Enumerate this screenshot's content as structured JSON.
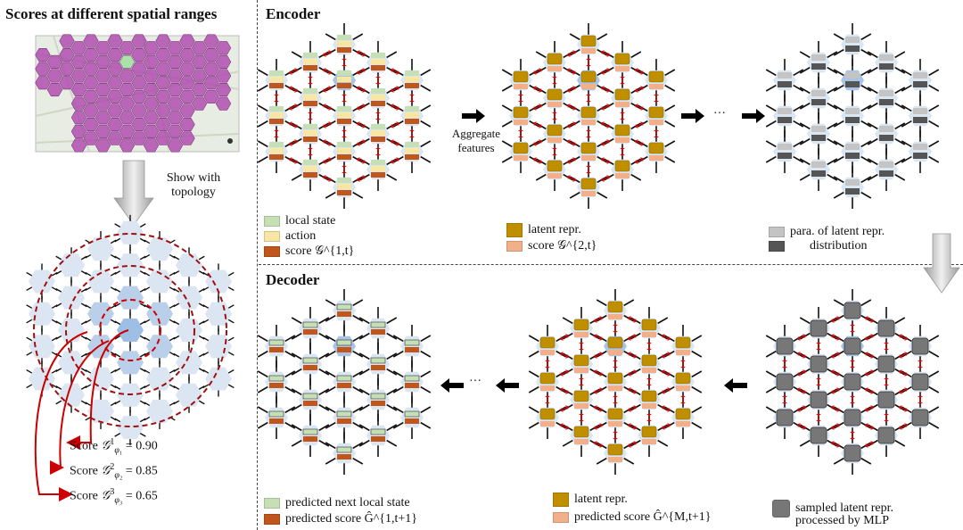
{
  "left": {
    "title": "Scores at different spatial ranges",
    "arrow_label_line1": "Show with",
    "arrow_label_line2": "topology",
    "scores": [
      {
        "prefix": "Score ",
        "sub": "1",
        "value": "= 0.90"
      },
      {
        "prefix": "Score ",
        "sub": "2",
        "value": "= 0.85"
      },
      {
        "prefix": "Score ",
        "sub": "3",
        "value": "= 0.65"
      }
    ]
  },
  "encoder": {
    "title": "Encoder",
    "middle_label_line1": "Aggregate",
    "middle_label_line2": "features",
    "ellipsis": "···",
    "legend1": [
      "local state",
      "action",
      "score 𝒢^{1,t}"
    ],
    "legend2": [
      "latent repr.",
      "score 𝒢^{2,t}"
    ],
    "legend3_line1": "para. of latent repr.",
    "legend3_line2": "distribution"
  },
  "decoder": {
    "title": "Decoder",
    "ellipsis": "···",
    "legend1": [
      "predicted next local state",
      "predicted score Ĝ^{1,t+1}"
    ],
    "legend2": [
      "latent repr.",
      "predicted score Ĝ^{M,t+1}"
    ],
    "legend3_line1": "sampled latent repr.",
    "legend3_line2": "processed by MLP"
  },
  "colors": {
    "hex_fill": "#dbe6f3",
    "hex_center": "#a9c4e6",
    "green": "#c6dfb5",
    "yellow": "#f7e6a4",
    "orange": "#c0561c",
    "gold": "#bf8f00",
    "peach": "#f2b08a",
    "lgray": "#c4c4c4",
    "dgray": "#555555",
    "mgray": "#777777",
    "red": "#e00000",
    "dashed_red": "#a01010",
    "map_purple": "#b04cb0"
  }
}
